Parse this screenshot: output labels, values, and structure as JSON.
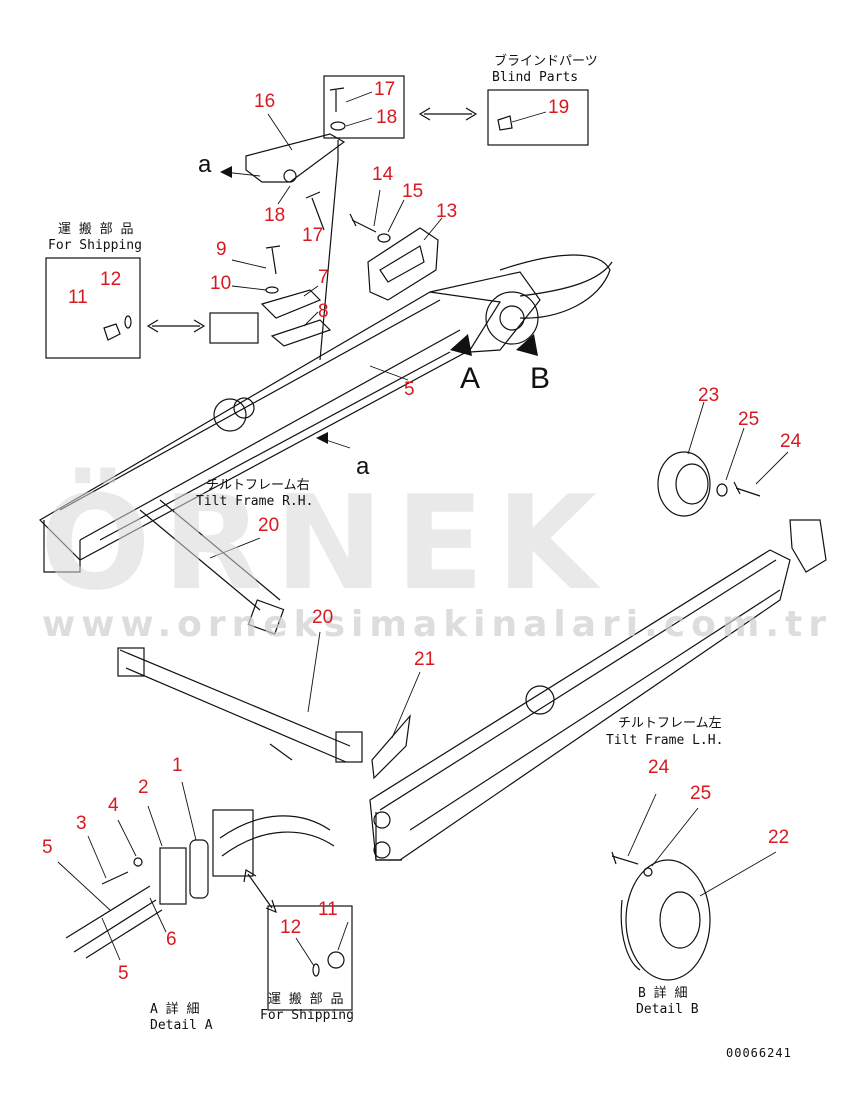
{
  "watermark": {
    "logo": "ÖRNEK",
    "url": "www.orneksimakinalari.com.tr"
  },
  "labels": {
    "blind_parts_jp": "ブラインドパーツ",
    "blind_parts_en": "Blind Parts",
    "for_shipping_jp_1": "運 搬 部 品",
    "for_shipping_en_1": "For Shipping",
    "tilt_frame_rh_jp": "チルトフレーム右",
    "tilt_frame_rh_en": "Tilt Frame R.H.",
    "tilt_frame_lh_jp": "チルトフレーム左",
    "tilt_frame_lh_en": "Tilt Frame L.H.",
    "detail_a_jp": "A 詳 細",
    "detail_a_en": "Detail A",
    "for_shipping_jp_2": "運 搬 部 品",
    "for_shipping_en_2": "For Shipping",
    "detail_b_jp": "B 詳 細",
    "detail_b_en": "Detail B",
    "drawing_no": "00066241",
    "view_a": "A",
    "view_b": "B",
    "arrow_a_top": "a",
    "arrow_a_mid": "a"
  },
  "part_numbers": {
    "p16": "16",
    "p17a": "17",
    "p18a": "18",
    "p19": "19",
    "p18b": "18",
    "p17b": "17",
    "p14": "14",
    "p15": "15",
    "p13": "13",
    "p9": "9",
    "p10": "10",
    "p7": "7",
    "p8": "8",
    "p12a": "12",
    "p11a": "11",
    "p5a": "5",
    "p23": "23",
    "p25a": "25",
    "p24a": "24",
    "p20a": "20",
    "p20b": "20",
    "p21": "21",
    "p1": "1",
    "p2": "2",
    "p4": "4",
    "p3": "3",
    "p5b": "5",
    "p6": "6",
    "p5c": "5",
    "p11b": "11",
    "p12b": "12",
    "p24b": "24",
    "p25b": "25",
    "p22": "22"
  }
}
